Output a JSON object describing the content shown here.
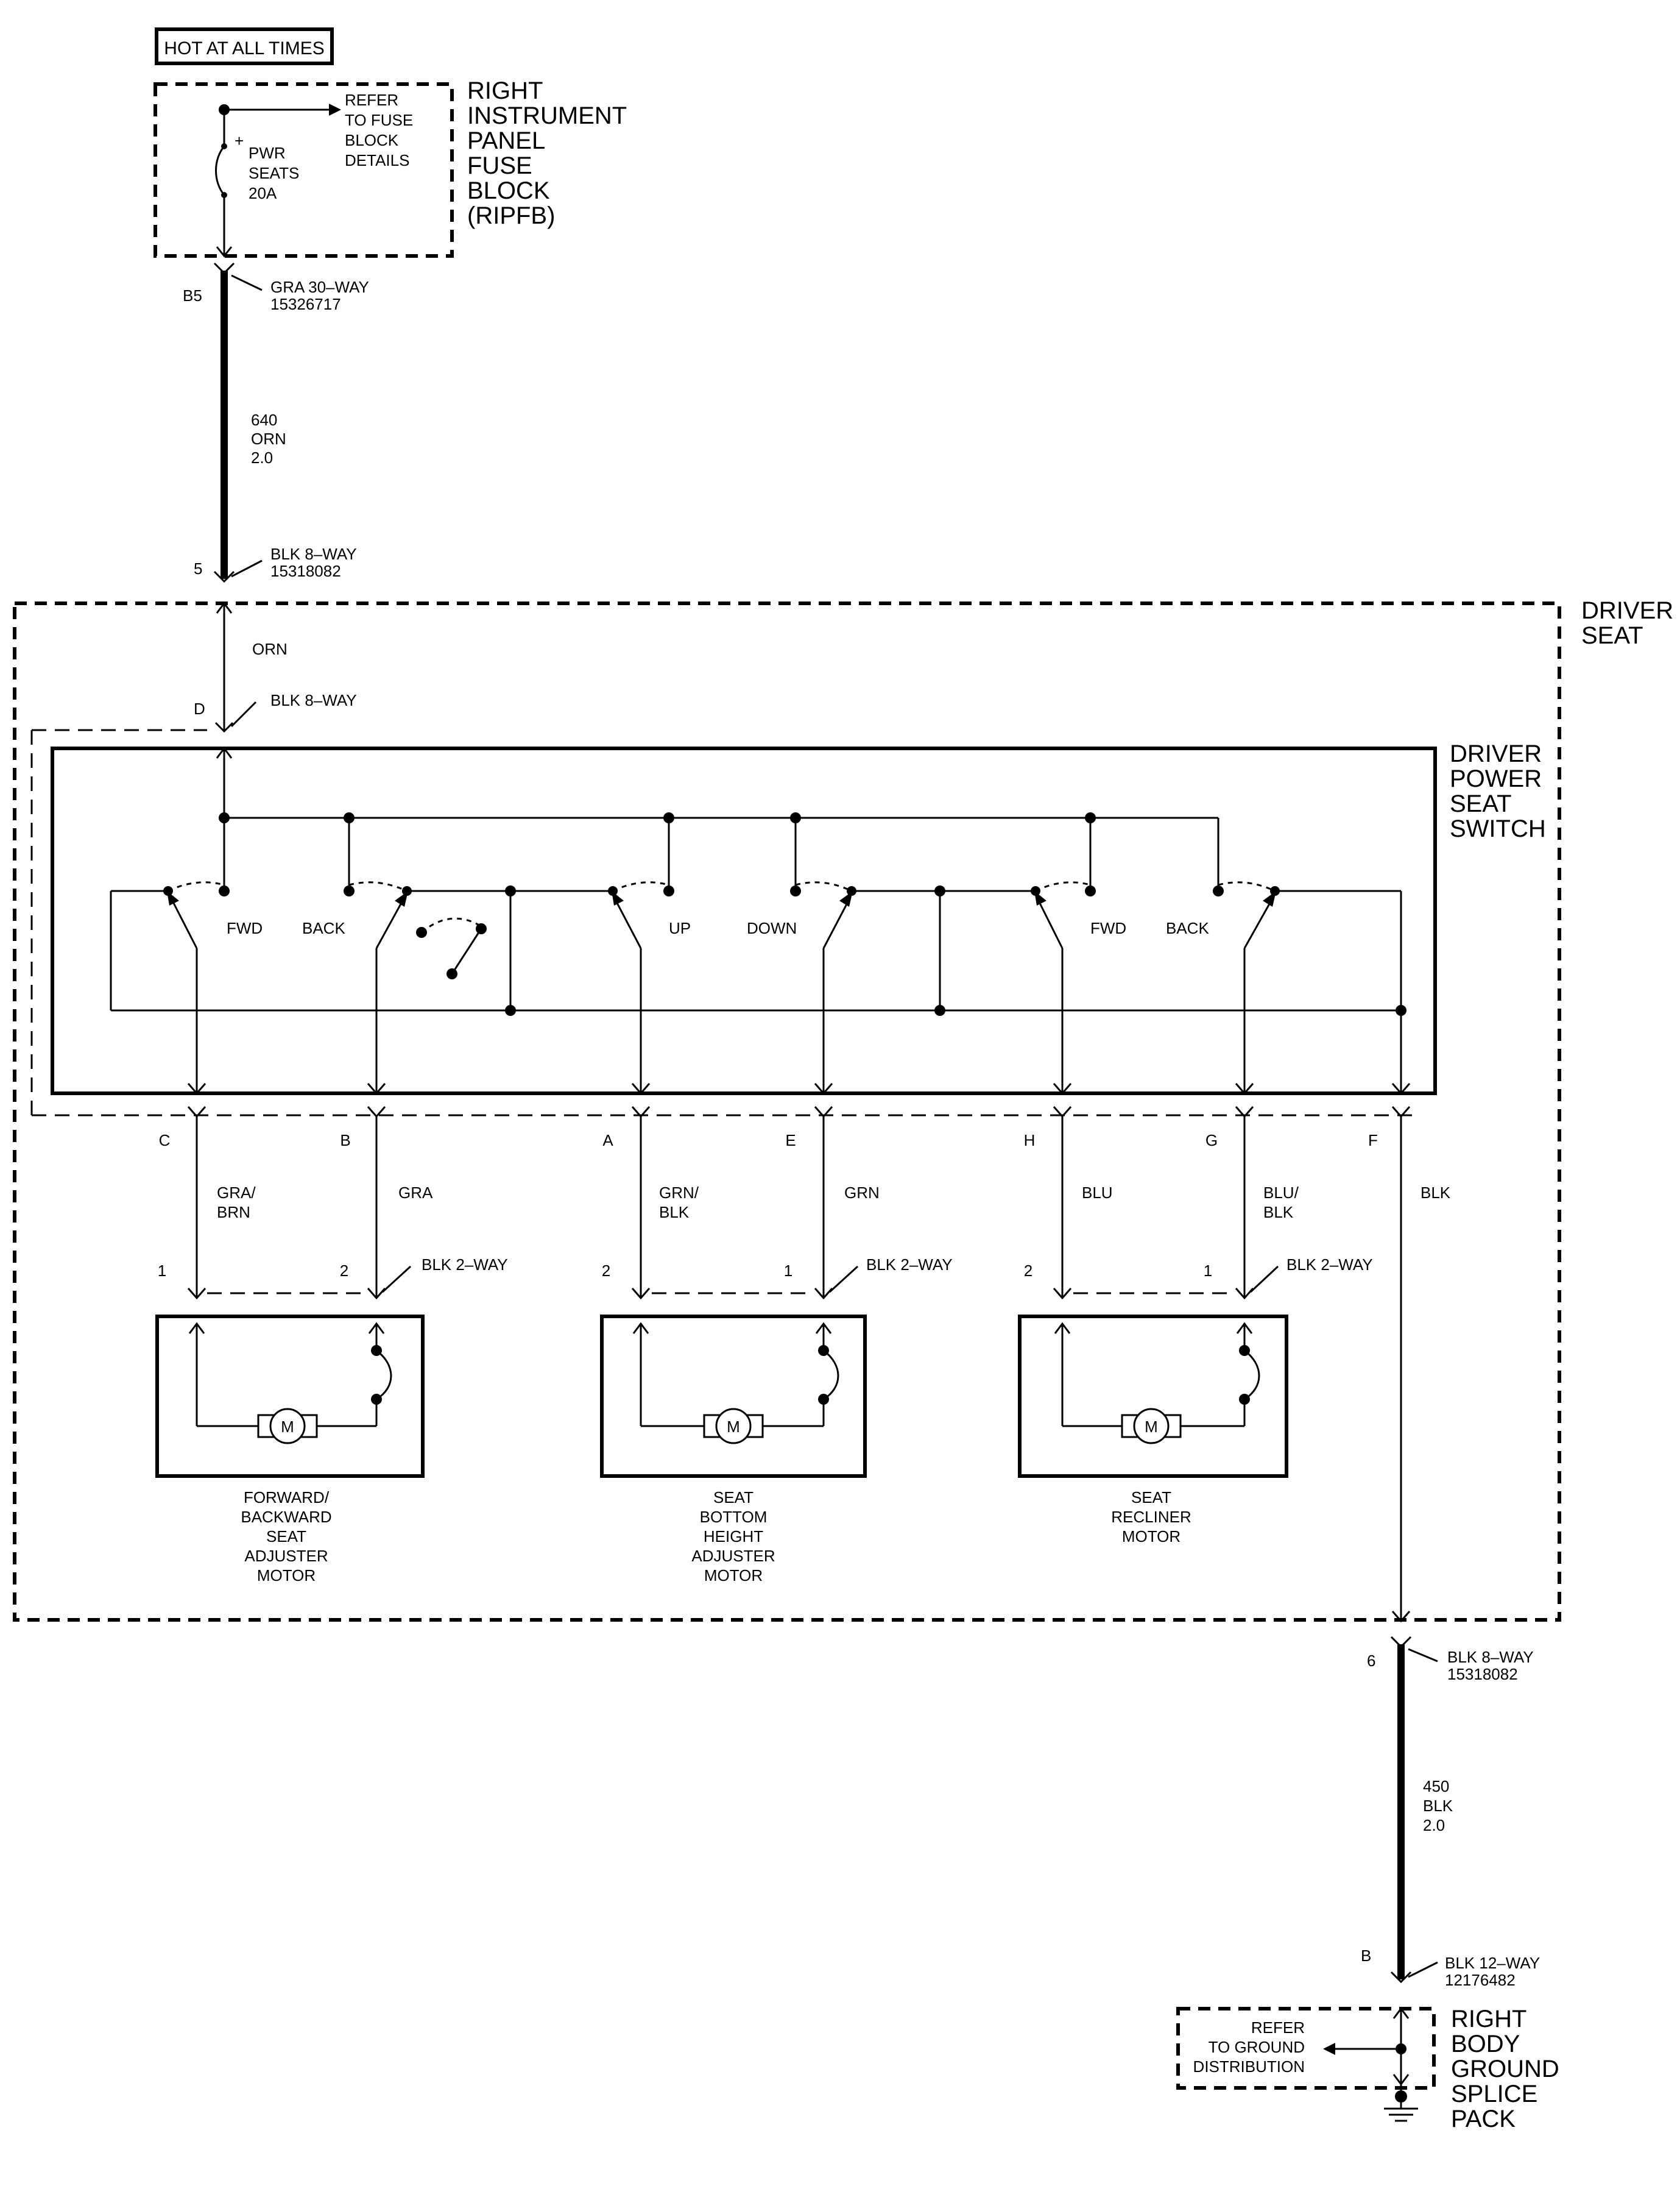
{
  "hot_label": "HOT AT ALL TIMES",
  "fuse_block": {
    "refer_lines": [
      "REFER",
      "TO FUSE",
      "BLOCK",
      "DETAILS"
    ],
    "plus": "+",
    "fuse_lines": [
      "PWR",
      "SEATS",
      "20A"
    ],
    "name_lines": [
      "RIGHT",
      "INSTRUMENT",
      "PANEL",
      "FUSE",
      "BLOCK",
      "(RIPFB)"
    ]
  },
  "conn_top": {
    "pin": "B5",
    "lines": [
      "GRA 30–WAY",
      "15326717"
    ]
  },
  "wire_640": [
    "640",
    "ORN",
    "2.0"
  ],
  "conn_mid": {
    "pin": "5",
    "lines": [
      "BLK 8–WAY",
      "15318082"
    ]
  },
  "driver_seat_lines": [
    "DRIVER",
    "SEAT"
  ],
  "orn_label": "ORN",
  "switch_conn": {
    "pin": "D",
    "label": "BLK 8–WAY"
  },
  "switch_name_lines": [
    "DRIVER",
    "POWER",
    "SEAT",
    "SWITCH"
  ],
  "switch_labels": [
    "FWD",
    "BACK",
    "UP",
    "DOWN",
    "FWD",
    "BACK"
  ],
  "pins": [
    "C",
    "B",
    "A",
    "E",
    "H",
    "G",
    "F"
  ],
  "wire_colors": [
    [
      "GRA/",
      "BRN"
    ],
    [
      "GRA"
    ],
    [
      "GRN/",
      "BLK"
    ],
    [
      "GRN"
    ],
    [
      "BLU"
    ],
    [
      "BLU/",
      "BLK"
    ],
    [
      "BLK"
    ]
  ],
  "motor_pins": [
    "1",
    "2",
    "2",
    "1",
    "2",
    "1"
  ],
  "motor_conn_label": "BLK 2–WAY",
  "motor_symbol": "M",
  "motors": [
    [
      "FORWARD/",
      "BACKWARD",
      "SEAT",
      "ADJUSTER",
      "MOTOR"
    ],
    [
      "SEAT",
      "BOTTOM",
      "HEIGHT",
      "ADJUSTER",
      "MOTOR"
    ],
    [
      "SEAT",
      "RECLINER",
      "MOTOR"
    ]
  ],
  "conn_lower": {
    "pin": "6",
    "lines": [
      "BLK 8–WAY",
      "15318082"
    ]
  },
  "wire_450": [
    "450",
    "BLK",
    "2.0"
  ],
  "conn_ground": {
    "pin": "B",
    "lines": [
      "BLK 12–WAY",
      "12176482"
    ]
  },
  "ground": {
    "refer_lines": [
      "REFER",
      "TO GROUND",
      "DISTRIBUTION"
    ],
    "name_lines": [
      "RIGHT",
      "BODY",
      "GROUND",
      "SPLICE",
      "PACK"
    ]
  }
}
